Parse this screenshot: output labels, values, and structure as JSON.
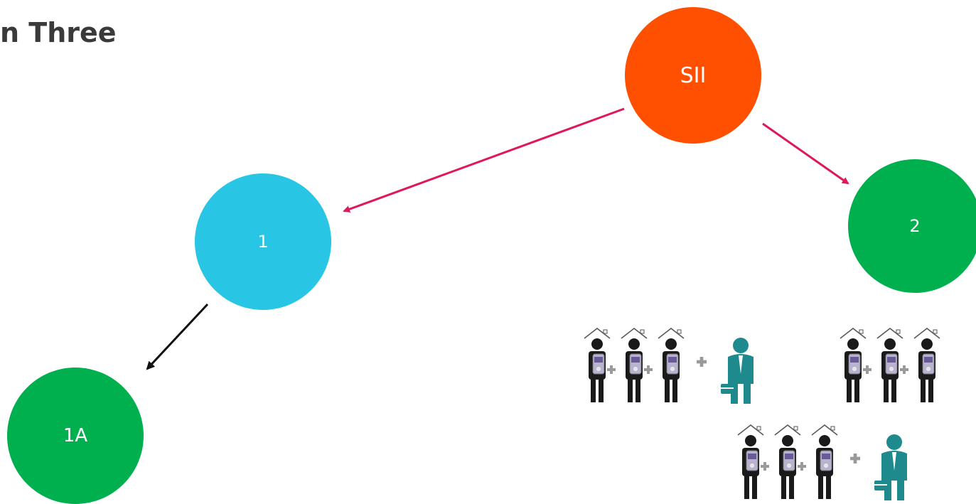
{
  "title": "n Three",
  "colors": {
    "sii": "#ff4f00",
    "node1": "#28c6e4",
    "node2": "#00b04f",
    "node1a": "#00b04f",
    "arrow_red": "#e0175a",
    "arrow_black": "#111111",
    "worker_teal": "#1e8a8e",
    "figure_dark": "#1a1a1a"
  },
  "nodes": {
    "sii": {
      "label": "SII"
    },
    "one": {
      "label": "1"
    },
    "two": {
      "label": "2"
    },
    "one_a": {
      "label": "1A"
    }
  },
  "edges": [
    {
      "from": "SII",
      "to": "1",
      "style": "red"
    },
    {
      "from": "SII",
      "to": "2",
      "style": "red"
    },
    {
      "from": "1",
      "to": "1A",
      "style": "black"
    }
  ],
  "icons": {
    "resident": "household-resident-icon",
    "plus": "plus-icon",
    "worker": "care-worker-icon"
  },
  "icon_groups": [
    {
      "residents": 3,
      "with_worker": true
    },
    {
      "residents": 3,
      "with_worker": false
    },
    {
      "residents": 3,
      "with_worker": true
    }
  ]
}
